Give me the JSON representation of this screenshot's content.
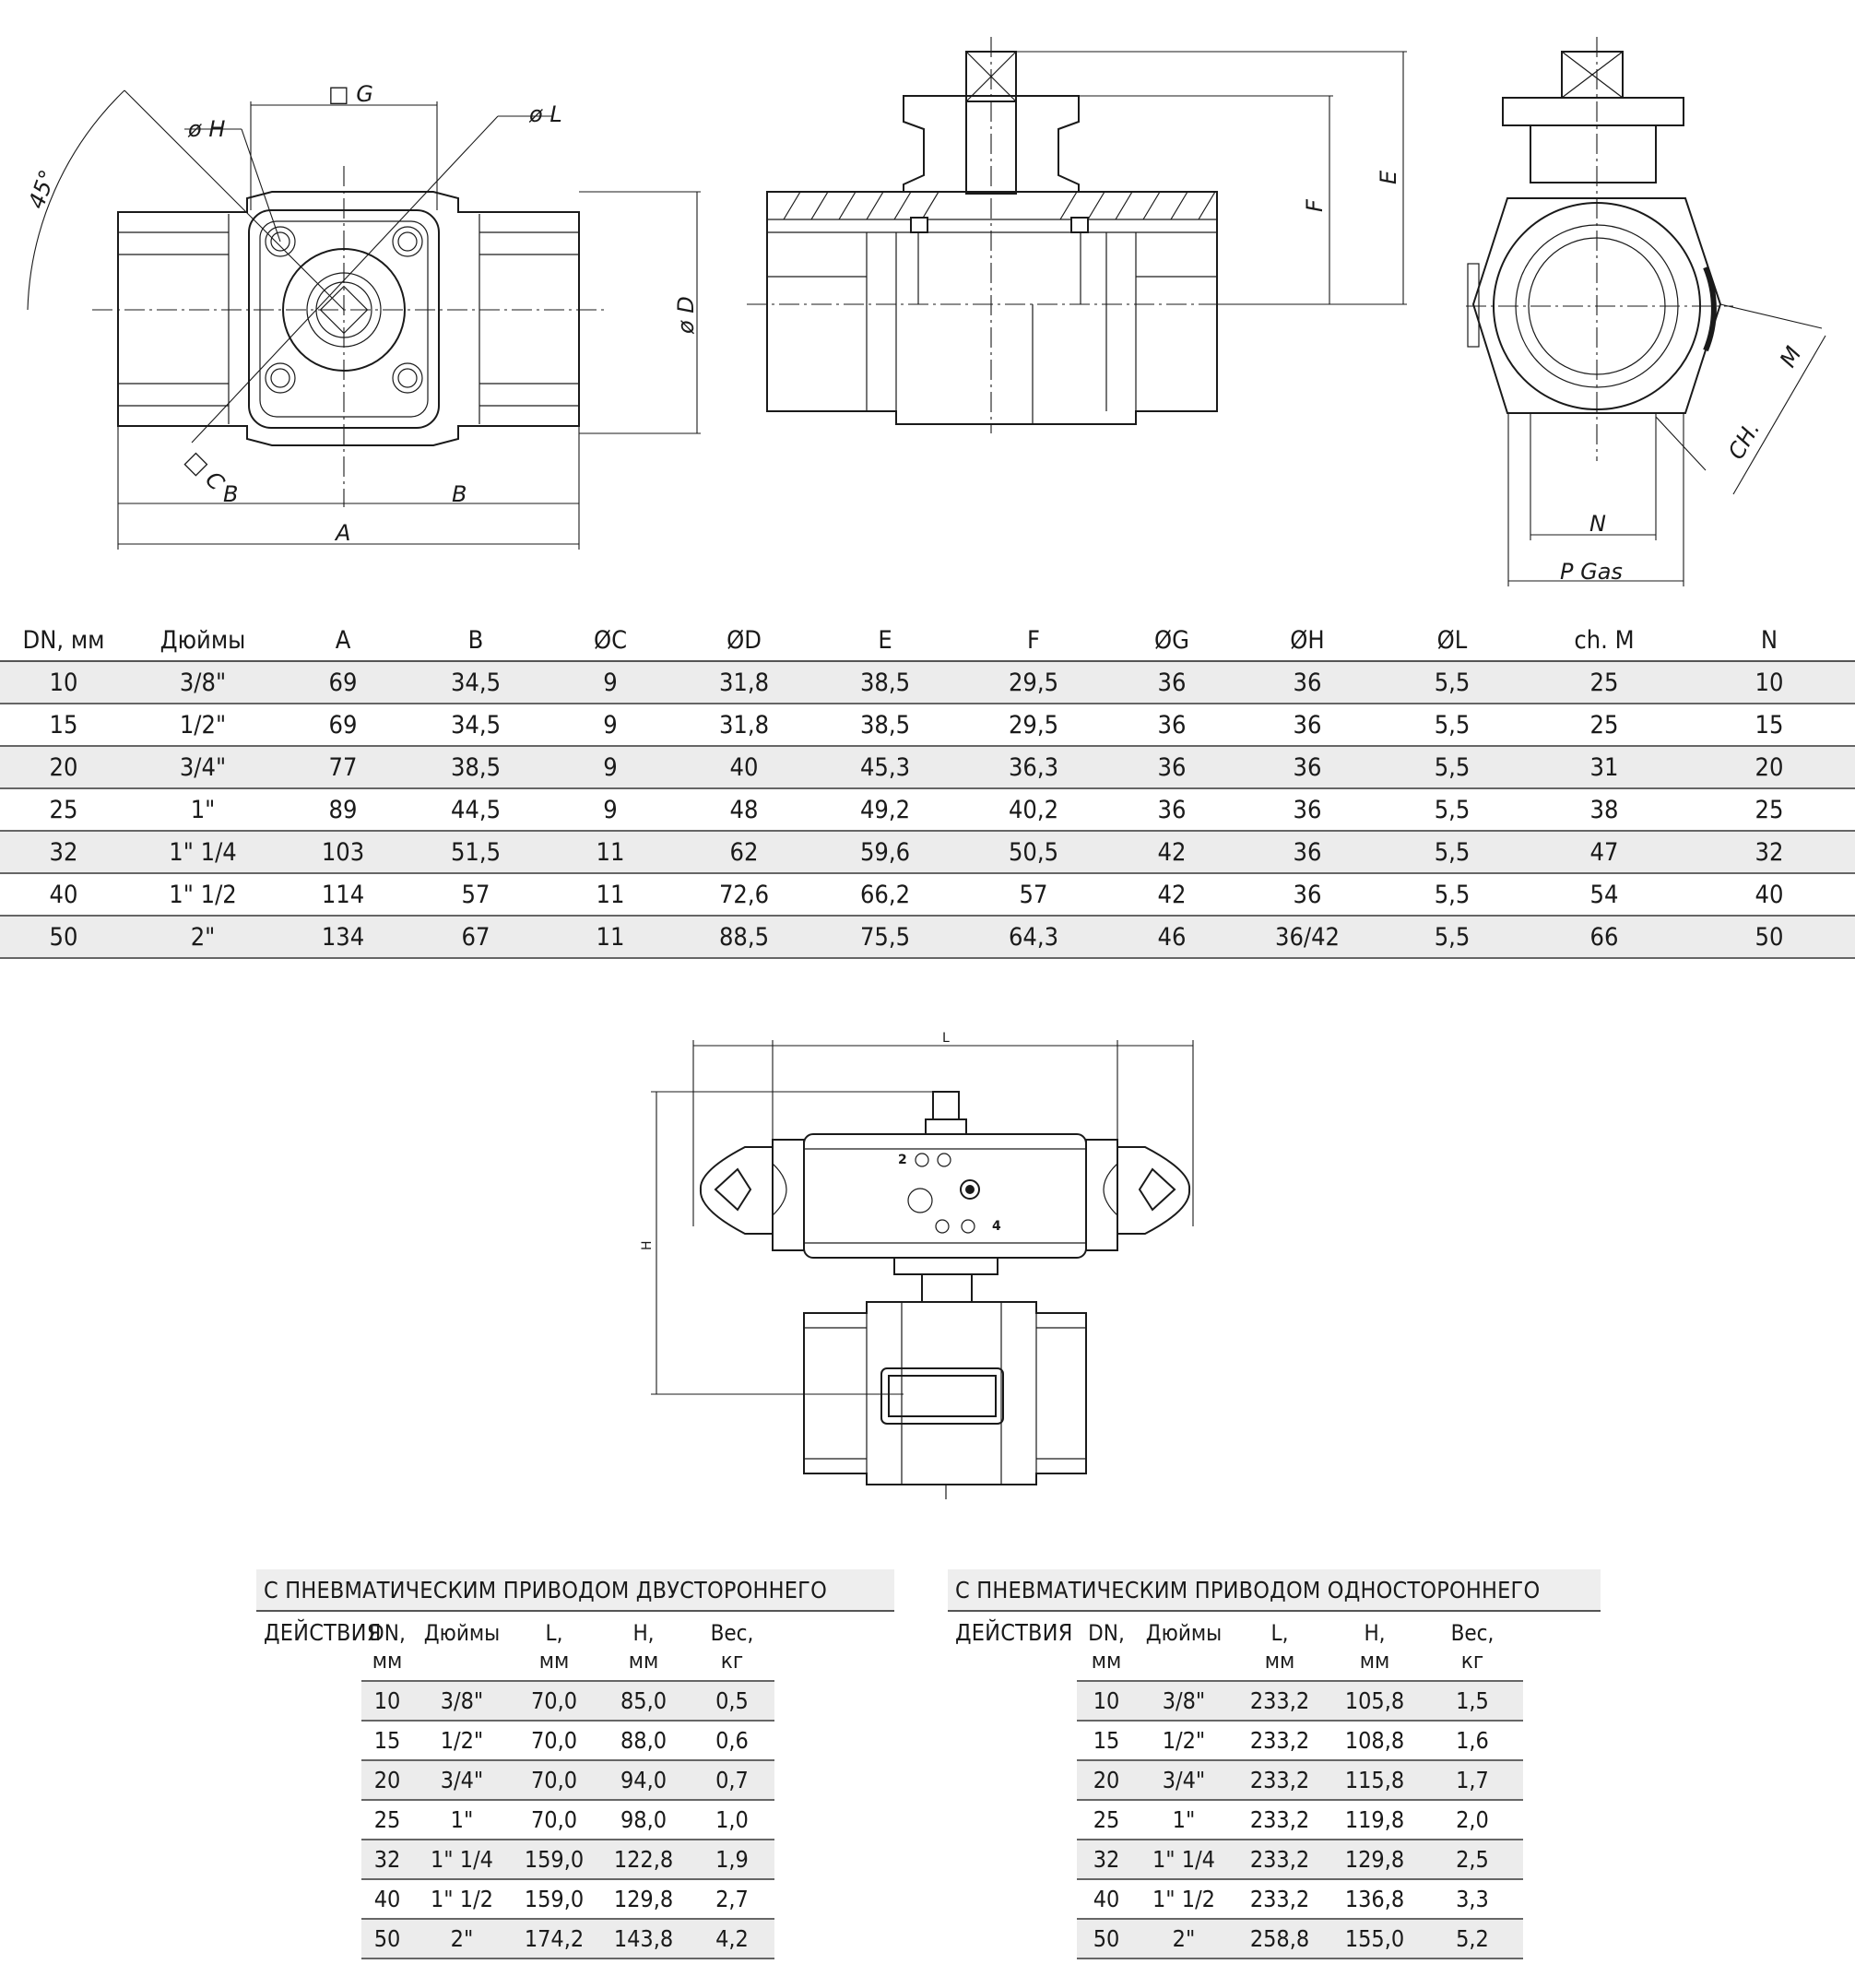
{
  "drawing_labels": {
    "g": "□ G",
    "h": "ø H",
    "l": "ø L",
    "c": "□ C",
    "d": "ø D",
    "angle": "45°",
    "a": "A",
    "b": "B",
    "e": "E",
    "f": "F",
    "m": "M",
    "ch": "CH.",
    "n": "N",
    "p": "P Gas",
    "actuator_l": "L",
    "actuator_h": "H",
    "port2": "2",
    "port4": "4"
  },
  "main_table": {
    "headers": [
      "DN, мм",
      "Дюймы",
      "A",
      "B",
      "ØC",
      "ØD",
      "E",
      "F",
      "ØG",
      "ØH",
      "ØL",
      "ch. M",
      "N"
    ],
    "rows": [
      [
        "10",
        "3/8\"",
        "69",
        "34,5",
        "9",
        "31,8",
        "38,5",
        "29,5",
        "36",
        "36",
        "5,5",
        "25",
        "10"
      ],
      [
        "15",
        "1/2\"",
        "69",
        "34,5",
        "9",
        "31,8",
        "38,5",
        "29,5",
        "36",
        "36",
        "5,5",
        "25",
        "15"
      ],
      [
        "20",
        "3/4\"",
        "77",
        "38,5",
        "9",
        "40",
        "45,3",
        "36,3",
        "36",
        "36",
        "5,5",
        "31",
        "20"
      ],
      [
        "25",
        "1\"",
        "89",
        "44,5",
        "9",
        "48",
        "49,2",
        "40,2",
        "36",
        "36",
        "5,5",
        "38",
        "25"
      ],
      [
        "32",
        "1\" 1/4",
        "103",
        "51,5",
        "11",
        "62",
        "59,6",
        "50,5",
        "42",
        "36",
        "5,5",
        "47",
        "32"
      ],
      [
        "40",
        "1\" 1/2",
        "114",
        "57",
        "11",
        "72,6",
        "66,2",
        "57",
        "42",
        "36",
        "5,5",
        "54",
        "40"
      ],
      [
        "50",
        "2\"",
        "134",
        "67",
        "11",
        "88,5",
        "75,5",
        "64,3",
        "46",
        "36/42",
        "5,5",
        "66",
        "50"
      ]
    ]
  },
  "double_acting": {
    "title": "С ПНЕВМАТИЧЕСКИМ ПРИВОДОМ ДВУСТОРОННЕГО ДЕЙСТВИЯ",
    "headers": [
      [
        "DN,",
        "мм"
      ],
      [
        "Дюймы",
        ""
      ],
      [
        "L,",
        "мм"
      ],
      [
        "H,",
        "мм"
      ],
      [
        "Вес,",
        "кг"
      ]
    ],
    "rows": [
      [
        "10",
        "3/8\"",
        "70,0",
        "85,0",
        "0,5"
      ],
      [
        "15",
        "1/2\"",
        "70,0",
        "88,0",
        "0,6"
      ],
      [
        "20",
        "3/4\"",
        "70,0",
        "94,0",
        "0,7"
      ],
      [
        "25",
        "1\"",
        "70,0",
        "98,0",
        "1,0"
      ],
      [
        "32",
        "1\" 1/4",
        "159,0",
        "122,8",
        "1,9"
      ],
      [
        "40",
        "1\" 1/2",
        "159,0",
        "129,8",
        "2,7"
      ],
      [
        "50",
        "2\"",
        "174,2",
        "143,8",
        "4,2"
      ]
    ]
  },
  "single_acting": {
    "title": "С ПНЕВМАТИЧЕСКИМ ПРИВОДОМ ОДНОСТОРОННЕГО ДЕЙСТВИЯ",
    "headers": [
      [
        "DN,",
        "мм"
      ],
      [
        "Дюймы",
        ""
      ],
      [
        "L,",
        "мм"
      ],
      [
        "H,",
        "мм"
      ],
      [
        "Вес,",
        "кг"
      ]
    ],
    "rows": [
      [
        "10",
        "3/8\"",
        "233,2",
        "105,8",
        "1,5"
      ],
      [
        "15",
        "1/2\"",
        "233,2",
        "108,8",
        "1,6"
      ],
      [
        "20",
        "3/4\"",
        "233,2",
        "115,8",
        "1,7"
      ],
      [
        "25",
        "1\"",
        "233,2",
        "119,8",
        "2,0"
      ],
      [
        "32",
        "1\" 1/4",
        "233,2",
        "129,8",
        "2,5"
      ],
      [
        "40",
        "1\" 1/2",
        "233,2",
        "136,8",
        "3,3"
      ],
      [
        "50",
        "2\"",
        "258,8",
        "155,0",
        "5,2"
      ]
    ]
  }
}
